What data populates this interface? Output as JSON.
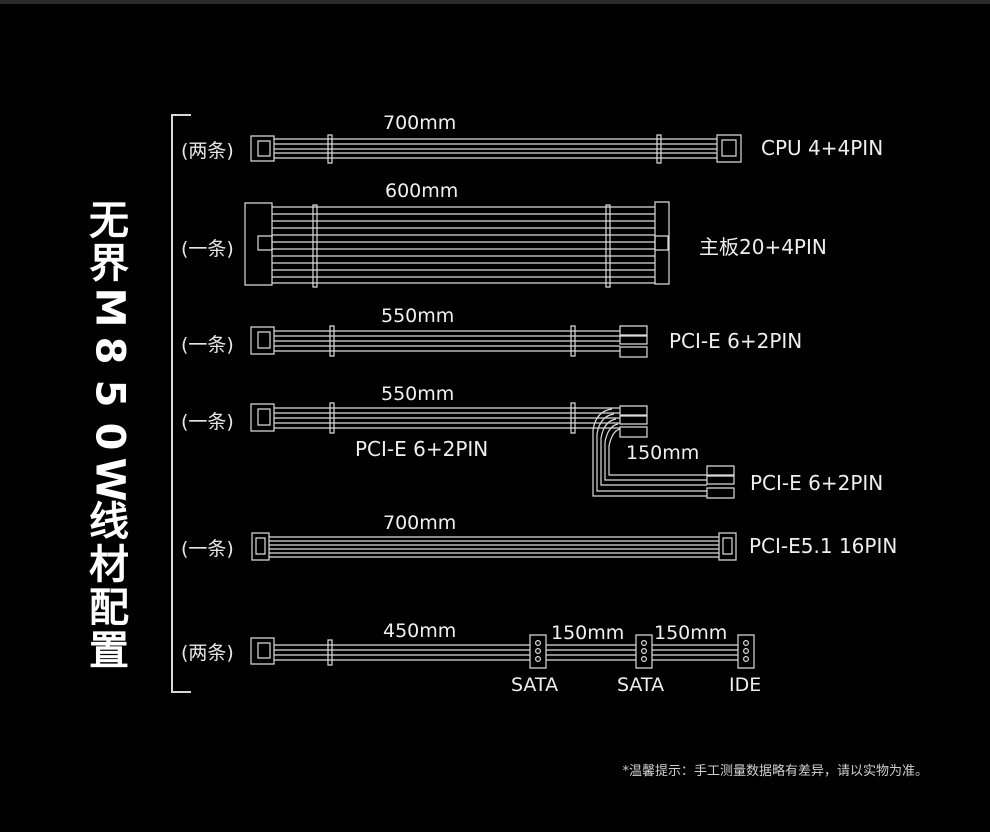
{
  "title_chars": [
    "无",
    "界",
    "M",
    "8",
    "5",
    "0",
    "W",
    "线",
    "材",
    "配",
    "置"
  ],
  "rows": [
    {
      "qty": "(两条)",
      "length": "700mm",
      "label": "CPU 4+4PIN"
    },
    {
      "qty": "(一条)",
      "length": "600mm",
      "label": "主板20+4PIN"
    },
    {
      "qty": "(一条)",
      "length": "550mm",
      "label": "PCI-E 6+2PIN"
    },
    {
      "qty": "(一条)",
      "length": "550mm",
      "label": "PCI-E 6+2PIN",
      "sub_label": "PCI-E 6+2PIN",
      "branch_length": "150mm"
    },
    {
      "qty": "(一条)",
      "length": "700mm",
      "label": "PCI-E5.1 16PIN"
    },
    {
      "qty": "(两条)",
      "length": "450mm",
      "length2": "150mm",
      "length3": "150mm",
      "connectors": [
        "SATA",
        "SATA",
        "IDE"
      ]
    }
  ],
  "note": "*温馨提示：手工测量数据略有差异，请以实物为准。",
  "colors": {
    "background": "#000000",
    "line": "#dcdcdc",
    "text": "#eeeeee"
  }
}
